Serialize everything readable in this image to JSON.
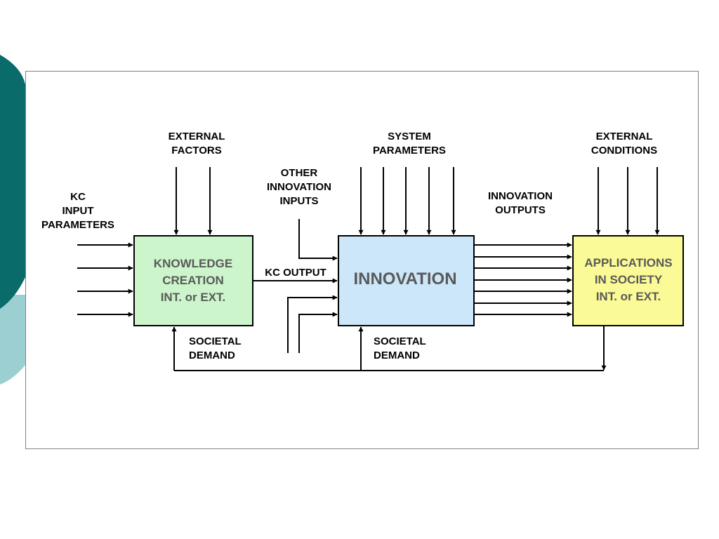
{
  "colors": {
    "deco_dark": "#0a6b6b",
    "deco_light": "#9ccfd2",
    "knowledge_fill": "#ccf5cc",
    "innovation_fill": "#cce6fa",
    "applications_fill": "#fafa96",
    "box_text": "#595959"
  },
  "labels": {
    "external_factors": [
      "EXTERNAL",
      "FACTORS"
    ],
    "system_parameters": [
      "SYSTEM",
      "PARAMETERS"
    ],
    "external_conditions": [
      "EXTERNAL",
      "CONDITIONS"
    ],
    "other_innovation_inputs": [
      "OTHER",
      "INNOVATION",
      "INPUTS"
    ],
    "innovation_outputs": [
      "INNOVATION",
      "OUTPUTS"
    ],
    "kc_input_parameters": [
      "KC",
      "INPUT",
      "PARAMETERS"
    ],
    "kc_output": "KC OUTPUT",
    "societal_demand_1": [
      "SOCIETAL",
      "DEMAND"
    ],
    "societal_demand_2": [
      "SOCIETAL",
      "DEMAND"
    ]
  },
  "boxes": {
    "knowledge_creation": [
      "KNOWLEDGE",
      "CREATION",
      "INT. or EXT."
    ],
    "innovation": "INNOVATION",
    "applications": [
      "APPLICATIONS",
      "IN SOCIETY",
      "INT. or EXT."
    ]
  }
}
